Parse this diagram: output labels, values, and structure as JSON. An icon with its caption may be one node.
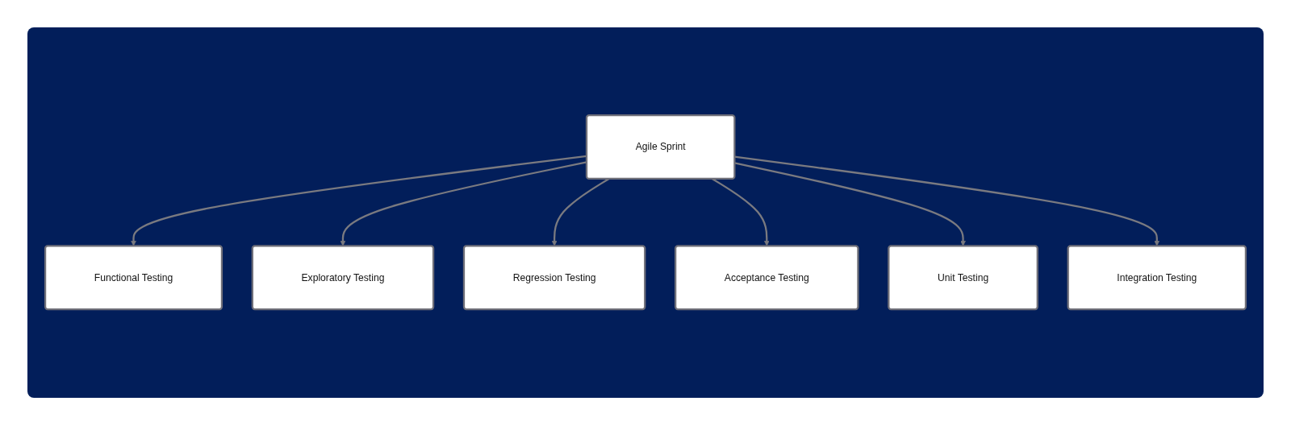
{
  "diagram": {
    "nodes": [
      {
        "text": [
          "Agile Sprint"
        ]
      },
      {
        "text": [
          "Functional Testing"
        ]
      },
      {
        "text": [
          "Exploratory Testing"
        ]
      },
      {
        "text": [
          "Regression Testing"
        ]
      },
      {
        "text": [
          "Acceptance Testing"
        ]
      },
      {
        "text": [
          "Unit Testing"
        ]
      },
      {
        "text": [
          "Integration Testing"
        ]
      }
    ],
    "edges": [
      {
        "from": 0,
        "to": 1,
        "arrow": "to"
      },
      {
        "from": 0,
        "to": 2,
        "arrow": "to"
      },
      {
        "from": 0,
        "to": 3,
        "arrow": "to"
      },
      {
        "from": 0,
        "to": 4,
        "arrow": "to"
      },
      {
        "from": 0,
        "to": 5,
        "arrow": "to"
      },
      {
        "from": 0,
        "to": 6,
        "arrow": "to"
      }
    ]
  }
}
